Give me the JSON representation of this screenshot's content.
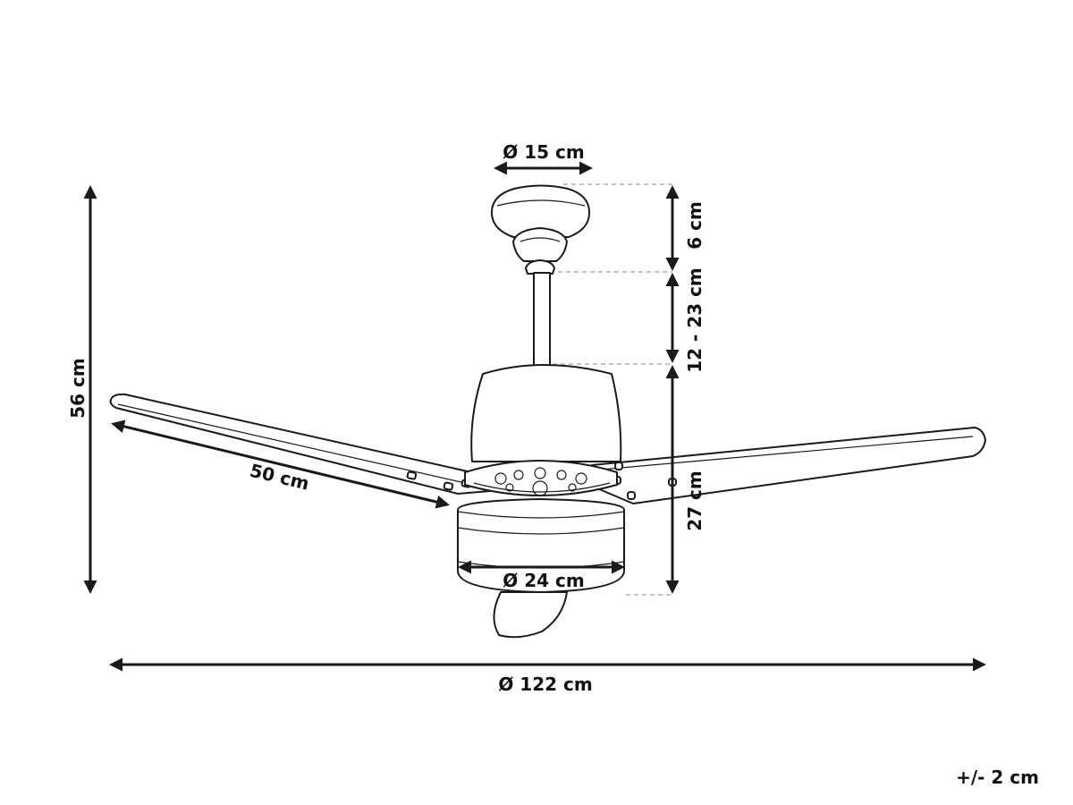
{
  "diagram": {
    "subject": "ceiling-fan-dimensions",
    "labels": {
      "canopy_diameter": "Ø 15 cm",
      "canopy_height": "6 cm",
      "downrod_length": "12 - 23 cm",
      "body_height": "27 cm",
      "total_height": "56 cm",
      "blade_length": "50 cm",
      "light_diameter": "Ø 24 cm",
      "sweep_diameter": "Ø 122 cm",
      "tolerance": "+/- 2 cm"
    }
  }
}
